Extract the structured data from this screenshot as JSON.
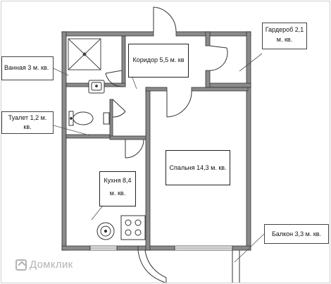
{
  "rooms": {
    "corridor": "Коридор 5,5 м. кв",
    "kitchen": "Кухня 8,4 м. кв.",
    "bedroom": "Спальня 14,3 м. кв."
  },
  "callouts": {
    "bathroom": "Ванная 3 м. кв.",
    "toilet": "Туалет 1,2 м. кв.",
    "wardrobe": "Гардероб 2,1 м. кв.",
    "balcony": "Балкон 3,3 м. кв."
  },
  "watermark": "Домклик",
  "colors": {
    "wall": "#8a8a8a",
    "wall_edge": "#333333",
    "line": "#555555"
  }
}
